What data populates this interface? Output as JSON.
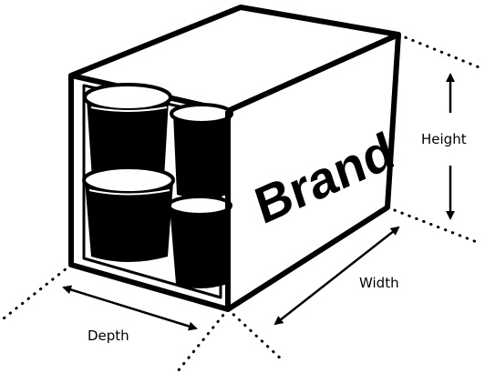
{
  "brand_text": "Brand",
  "dimensions": {
    "height_label": "Height",
    "width_label": "Width",
    "depth_label": "Depth"
  },
  "colors": {
    "ink": "#000000",
    "background": "#ffffff"
  }
}
